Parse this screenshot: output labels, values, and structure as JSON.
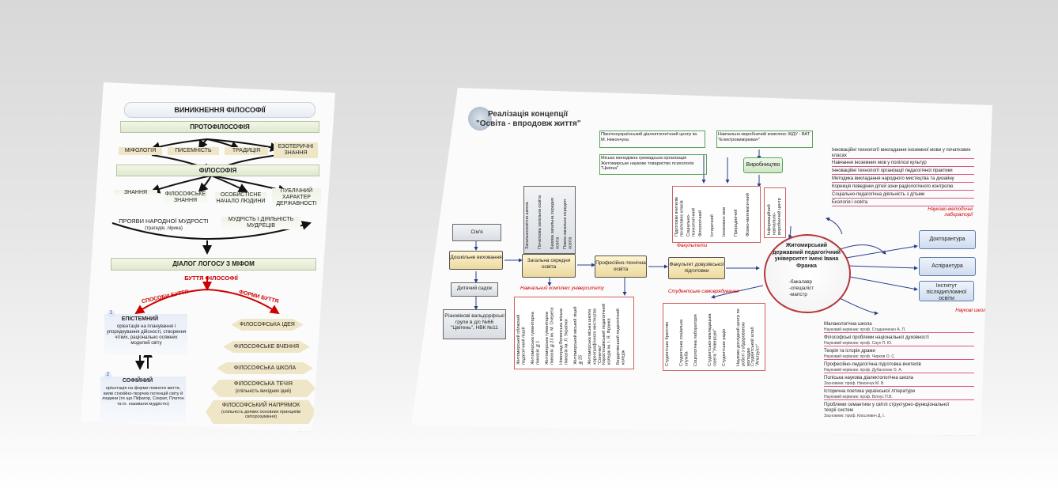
{
  "left_poster": {
    "title": "ВИНИКНЕННЯ ФІЛОСОФІЇ",
    "proto": "ПРОТОФІЛОСОФІЯ",
    "proto_items": [
      "МІФОЛОГІЯ",
      "ПИСЕМНІСТЬ",
      "ТРАДИЦІЯ",
      "ЕЗОТЕРИЧНІ ЗНАННЯ"
    ],
    "philosophy": "ФІЛОСОФІЯ",
    "phil_items": [
      "ЗНАННЯ",
      "ФІЛОСОФСЬКЕ ЗНАННЯ",
      "ОСОБИСТІСНЕ НАЧАЛО ЛЮДИНИ",
      "ПУБЛІЧНИЙ ХАРАКТЕР ДЕРЖАВНОСТІ"
    ],
    "folk_wisdom": "ПРОЯВИ НАРОДНОЇ МУДРОСТІ",
    "folk_wisdom_sub": "(трагедія, лірика)",
    "sages": "МУДРІСТЬ І ДІЯЛЬНІСТЬ МУДРЕЦІВ",
    "dialog": "ДІАЛОГ ЛОГОСУ З МІФОМ",
    "being_of_phil": "БУТТЯ ФІЛОСОФІЇ",
    "modes": "СПОСОБИ БУТТЯ",
    "forms": "ФОРМИ БУТТЯ",
    "num1": "1",
    "epistemic_title": "ЕПІСТЕМНИЙ",
    "epistemic_text": "орієнтація на планування і упорядкування дійсності, створення чітких, раціонально осяжних моделей світу",
    "num2": "2",
    "sophia_title": "СОФІЙНИЙ",
    "sophia_text": "орієнтація на форми повноти життя, вияв стихійно-творчих потенцій світу й людини (те що Піфагор, Сократ, Платон та ін. називали мудрістю)",
    "forms_items": [
      "ФІЛОСОФСЬКА ІДЕЯ",
      "ФІЛОСОФСЬКЕ ВЧЕННЯ",
      "ФІЛОСОФСЬКА ШКОЛА"
    ],
    "stream": "ФІЛОСОФСЬКА ТЕЧІЯ",
    "stream_sub": "(спільність вихідних ідей)",
    "direction": "ФІЛОСОФСЬКИЙ НАПРЯМОК",
    "direction_sub": "(спільність деяких основних принципів світорозуміння)"
  },
  "right_poster": {
    "title_line1": "Реалізація концепції",
    "title_line2": "\"Освіта - впродовж життя\"",
    "top_box1": "Північноукраїнський діалектологічний центр ім. М. Никончука",
    "top_box2": "Навчально-виробничий комплекс ЖДУ - ВАТ \"Електровимірювач\"",
    "top_box3": "Міська молодіжна громадська організація Житомирське наукове товариство психологів \"Цікілка\"",
    "production": "Виробництво",
    "faculty_cols": [
      "Підготовки вчителів початкових класів",
      "Соціально-психологічний",
      "Філологічний",
      "Історичний",
      "Іноземних мов",
      "Природничий",
      "Фізико-математичний"
    ],
    "info_center": "Інформаційний навчально-виробничий центр",
    "faculties_label": "Факультети",
    "school_cols": [
      "Загальноосвітня школа",
      "Початкова загальна освіта",
      "Базова загальна середня освіта",
      "Повна загальна середня освіта"
    ],
    "family": "Сім'я",
    "preschool": "Дошкільне виховання",
    "general_secondary": "Загальна середня освіта",
    "vocational": "Професійно-технічна освіта",
    "preuniv": "Факультет довузівської підготовки",
    "kindergarten": "Дитячий садок",
    "waldorf": "Різновікові вальдорфські групи в д/с №66 \"Цвітень\", НВК №11",
    "univ_name": "Житомирський державний педагогічний університет імені Івана Франка",
    "degrees": [
      "-бакалавр",
      "-спеціаліст",
      "-магістр"
    ],
    "complex_label": "Навчальний комплекс університету",
    "complex_cols": [
      "Житомирський обласний педагогічний ліцей",
      "Житомирська гуманітарна гімназія №1",
      "Житомирська гуманітарна гімназія №23 ім. М. Очерета",
      "Новоград-Волинська міська гімназія ім. Л. Українки",
      "Житомирський міський ліцей №25",
      "Житомирська міська школа хореографічного мистецтва \"Сонечко\"",
      "Коростишівський педагогічний коледж ім. І. Я. Франка",
      "Бердичівський педагогічний коледж"
    ],
    "selfgov_label": "Студентське самоврядування",
    "selfgov_cols": [
      "Студентське братство",
      "Студентська соціальна служба",
      "Соціологічна лабораторія",
      "Студентсько-викладацька газета \"Універсум\"",
      "Студентське радіо",
      "Науково-дослідний центр по роботі з обдарованою молоддю",
      "Студентський штаб \"Альтруїст\""
    ],
    "right_boxes": [
      "Докторантура",
      "Аспірантура",
      "Інститут післядипломної освіти"
    ],
    "labs": [
      "Інноваційні технології викладання іноземної мови у початкових класах",
      "Навчання іноземних мов у полілозі культур",
      "Інноваційні технології організації педагогічної практики",
      "Методика викладання народного мистецтва та дизайну",
      "Корекція поведінки дітей зони радіологічного контролю",
      "Соціально-педагогічна діяльність з дітьми",
      "Екологія і освіта"
    ],
    "labs_label": "Науково-методичні лабораторії",
    "schools_label": "Наукові школи",
    "schools": [
      {
        "name": "Малакологічна школа",
        "head": "Науковий керівник: проф. Стадниченко А. П."
      },
      {
        "name": "Філософські проблеми національної духовності",
        "head": "Науковий керівник: проф. Саух П. Ю."
      },
      {
        "name": "Теорія та історія драми",
        "head": "Науковий керівник: проф. Чирков О. С."
      },
      {
        "name": "Професійно-педагогічна підготовка вчителів",
        "head": "Науковий керівник: проф. Дубасенюк О. А."
      },
      {
        "name": "Поліська наукова діалектологічна школа",
        "head": "Засновник: проф. Никончук М. В."
      },
      {
        "name": "Історична поетика української літератури",
        "head": "Науковий керівник: проф. Білоус П.В."
      },
      {
        "name": "Проблеми семантики у світлі структурно-функціональної теорії систем",
        "head": "Засновник: проф. Кисєлевич Д. І."
      }
    ]
  },
  "colors": {
    "accent_red": "#cc0000",
    "box_fill": "#efe6c8",
    "blue_box": "#cfdcee"
  }
}
